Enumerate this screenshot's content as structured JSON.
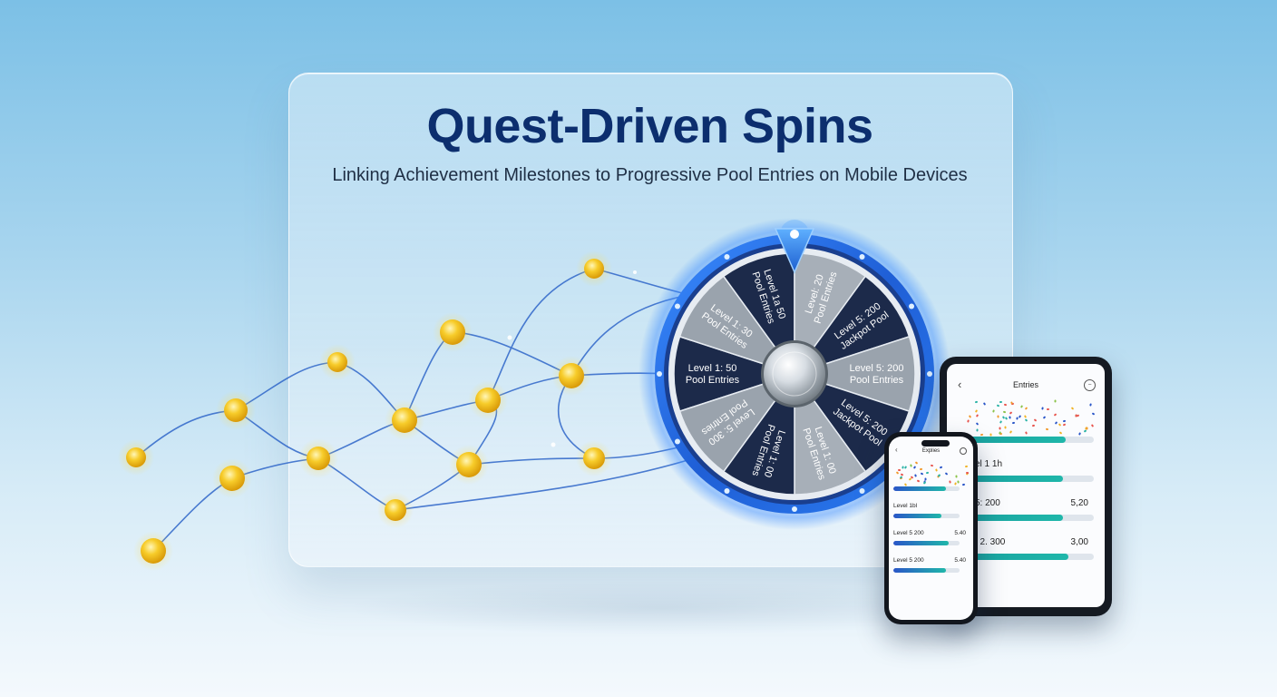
{
  "header": {
    "title": "Quest-Driven Spins",
    "subtitle": "Linking Achievement Milestones to Progressive Pool Entries on Mobile Devices"
  },
  "wheel": {
    "segments": [
      {
        "line1": "Level 1: 50",
        "line2": "Pool Entries",
        "color": "#1c2a4a"
      },
      {
        "line1": "Level 1: 30",
        "line2": "Pool Entries",
        "color": "#9aa3ad"
      },
      {
        "line1": "Level 1a 50",
        "line2": "Pool Entries",
        "color": "#1c2a4a"
      },
      {
        "line1": "Level: 20",
        "line2": "Pool Entries",
        "color": "#a7afb8"
      },
      {
        "line1": "Level 5: 200",
        "line2": "Jackpot Pool",
        "color": "#1c2a4a"
      },
      {
        "line1": "Level 5: 200",
        "line2": "Pool Entries",
        "color": "#9aa3ad"
      },
      {
        "line1": "Level 5: 200",
        "line2": "Jackpot Pool",
        "color": "#1c2a4a"
      },
      {
        "line1": "Level 1: 00",
        "line2": "Pool Entries",
        "color": "#a7afb8"
      },
      {
        "line1": "Level 1: 00",
        "line2": "Pool Entries",
        "color": "#1c2a4a"
      },
      {
        "line1": "Level 5: 300",
        "line2": "Pool Entries",
        "color": "#9aa3ad"
      }
    ],
    "rim_color": "#1f6fe0"
  },
  "tablet": {
    "title": "Entries",
    "back_icon": "chevron-left-icon",
    "menu_icon": "minus-circle-icon",
    "rows": [
      {
        "label": "",
        "value": "",
        "progress": 0.78,
        "style": "teal"
      },
      {
        "label": "vel 1 1h",
        "value": "",
        "progress": 0.76,
        "style": "teal"
      },
      {
        "label": "l 5: 200",
        "value": "5,20",
        "progress": 0.76,
        "style": "teal"
      },
      {
        "label": "el 2. 300",
        "value": "3,00",
        "progress": 0.8,
        "style": "teal"
      }
    ]
  },
  "phone": {
    "title": "Explies",
    "rows": [
      {
        "label": "",
        "value": "",
        "progress": 0.8,
        "style": "blue"
      },
      {
        "label": "Level 1bl",
        "value": "",
        "progress": 0.72,
        "style": "blue"
      },
      {
        "label": "Level 5 200",
        "value": "5.40",
        "progress": 0.84,
        "style": "blue"
      },
      {
        "label": "Level 5 200",
        "value": "5.40",
        "progress": 0.8,
        "style": "blue"
      }
    ]
  },
  "colors": {
    "title": "#0c2e6e",
    "node_gold": "#f5c21a",
    "network_line": "#2f66c9"
  }
}
